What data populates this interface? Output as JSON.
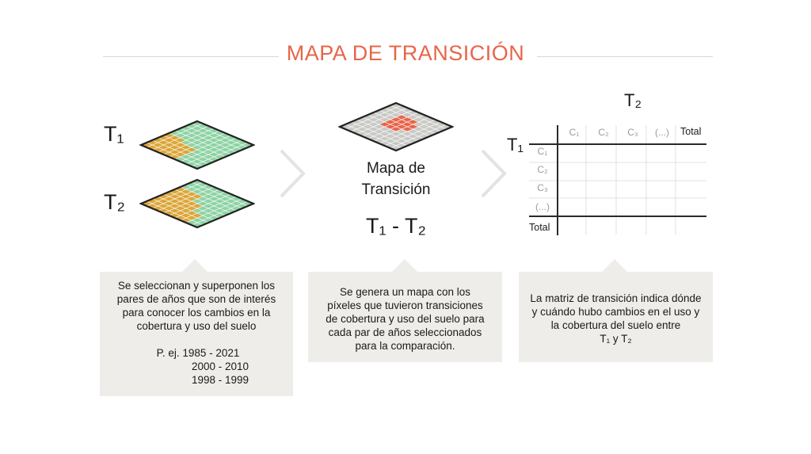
{
  "title": "MAPA DE TRANSICIÓN",
  "left": {
    "t1_label": "T₁",
    "t2_label": "T₂"
  },
  "center": {
    "line1": "Mapa de",
    "line2": "Transición",
    "formula": "T₁ - T₂"
  },
  "matrix": {
    "top_label": "T₂",
    "side_label": "T₁",
    "columns": [
      "C₁",
      "C₂",
      "C₃",
      "(...)",
      "Total"
    ],
    "rows": [
      "C₁",
      "C₂",
      "C₃",
      "(...)",
      "Total"
    ]
  },
  "boxes": [
    {
      "lines": [
        "Se seleccionan y superponen los",
        "pares de años que son de interés",
        "para conocer los cambios en la",
        "cobertura y uso del suelo"
      ],
      "example_label": "P. ej. 1985 - 2021",
      "example_years": [
        "2000 - 2010",
        "1998 - 1999"
      ]
    },
    {
      "lines": [
        "Se genera un mapa con los",
        "píxeles que tuvieron transiciones",
        "de cobertura y uso del suelo para",
        "cada par de años seleccionados",
        "para la comparación."
      ]
    },
    {
      "lines": [
        "La matriz de transición indica dónde",
        "y cuándo hubo cambios en el uso y",
        "la cobertura del suelo entre",
        "T₁ y T₂"
      ]
    }
  ],
  "colors": {
    "title": "#e8654a",
    "green": "#8fd3a5",
    "orange": "#dca63a",
    "gray_cell": "#c9c9c6",
    "red_cell": "#e8654a",
    "box_bg": "#eeede9"
  }
}
